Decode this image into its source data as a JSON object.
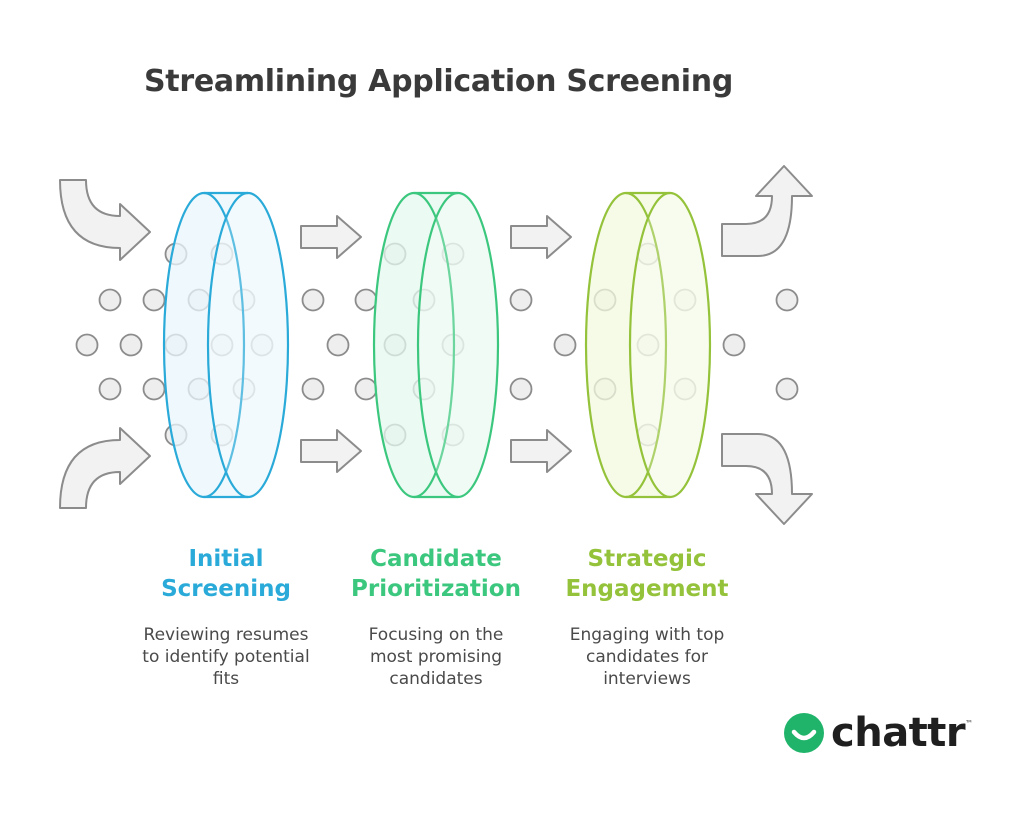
{
  "title": "Streamlining Application Screening",
  "stages": [
    {
      "title_lines": [
        "Initial",
        "Screening"
      ],
      "desc_lines": [
        "Reviewing resumes",
        "to identify potential",
        "fits"
      ],
      "color": "#2aaad8",
      "fill": "#e8f6fc"
    },
    {
      "title_lines": [
        "Candidate",
        "Prioritization"
      ],
      "desc_lines": [
        "Focusing on the",
        "most promising",
        "candidates"
      ],
      "color": "#3cc77e",
      "fill": "#e4f8ee"
    },
    {
      "title_lines": [
        "Strategic",
        "Engagement"
      ],
      "desc_lines": [
        "Engaging with top",
        "candidates for",
        "interviews"
      ],
      "color": "#94c23a",
      "fill": "#f3fae0"
    }
  ],
  "brand": {
    "name": "chattr",
    "trademark": "™",
    "color": "#1fb46a"
  },
  "colors": {
    "arrow_fill": "#f2f2f2",
    "arrow_stroke": "#8c8c8c",
    "dot_fill": "#eeeeee",
    "dot_stroke": "#8c8c8c"
  }
}
